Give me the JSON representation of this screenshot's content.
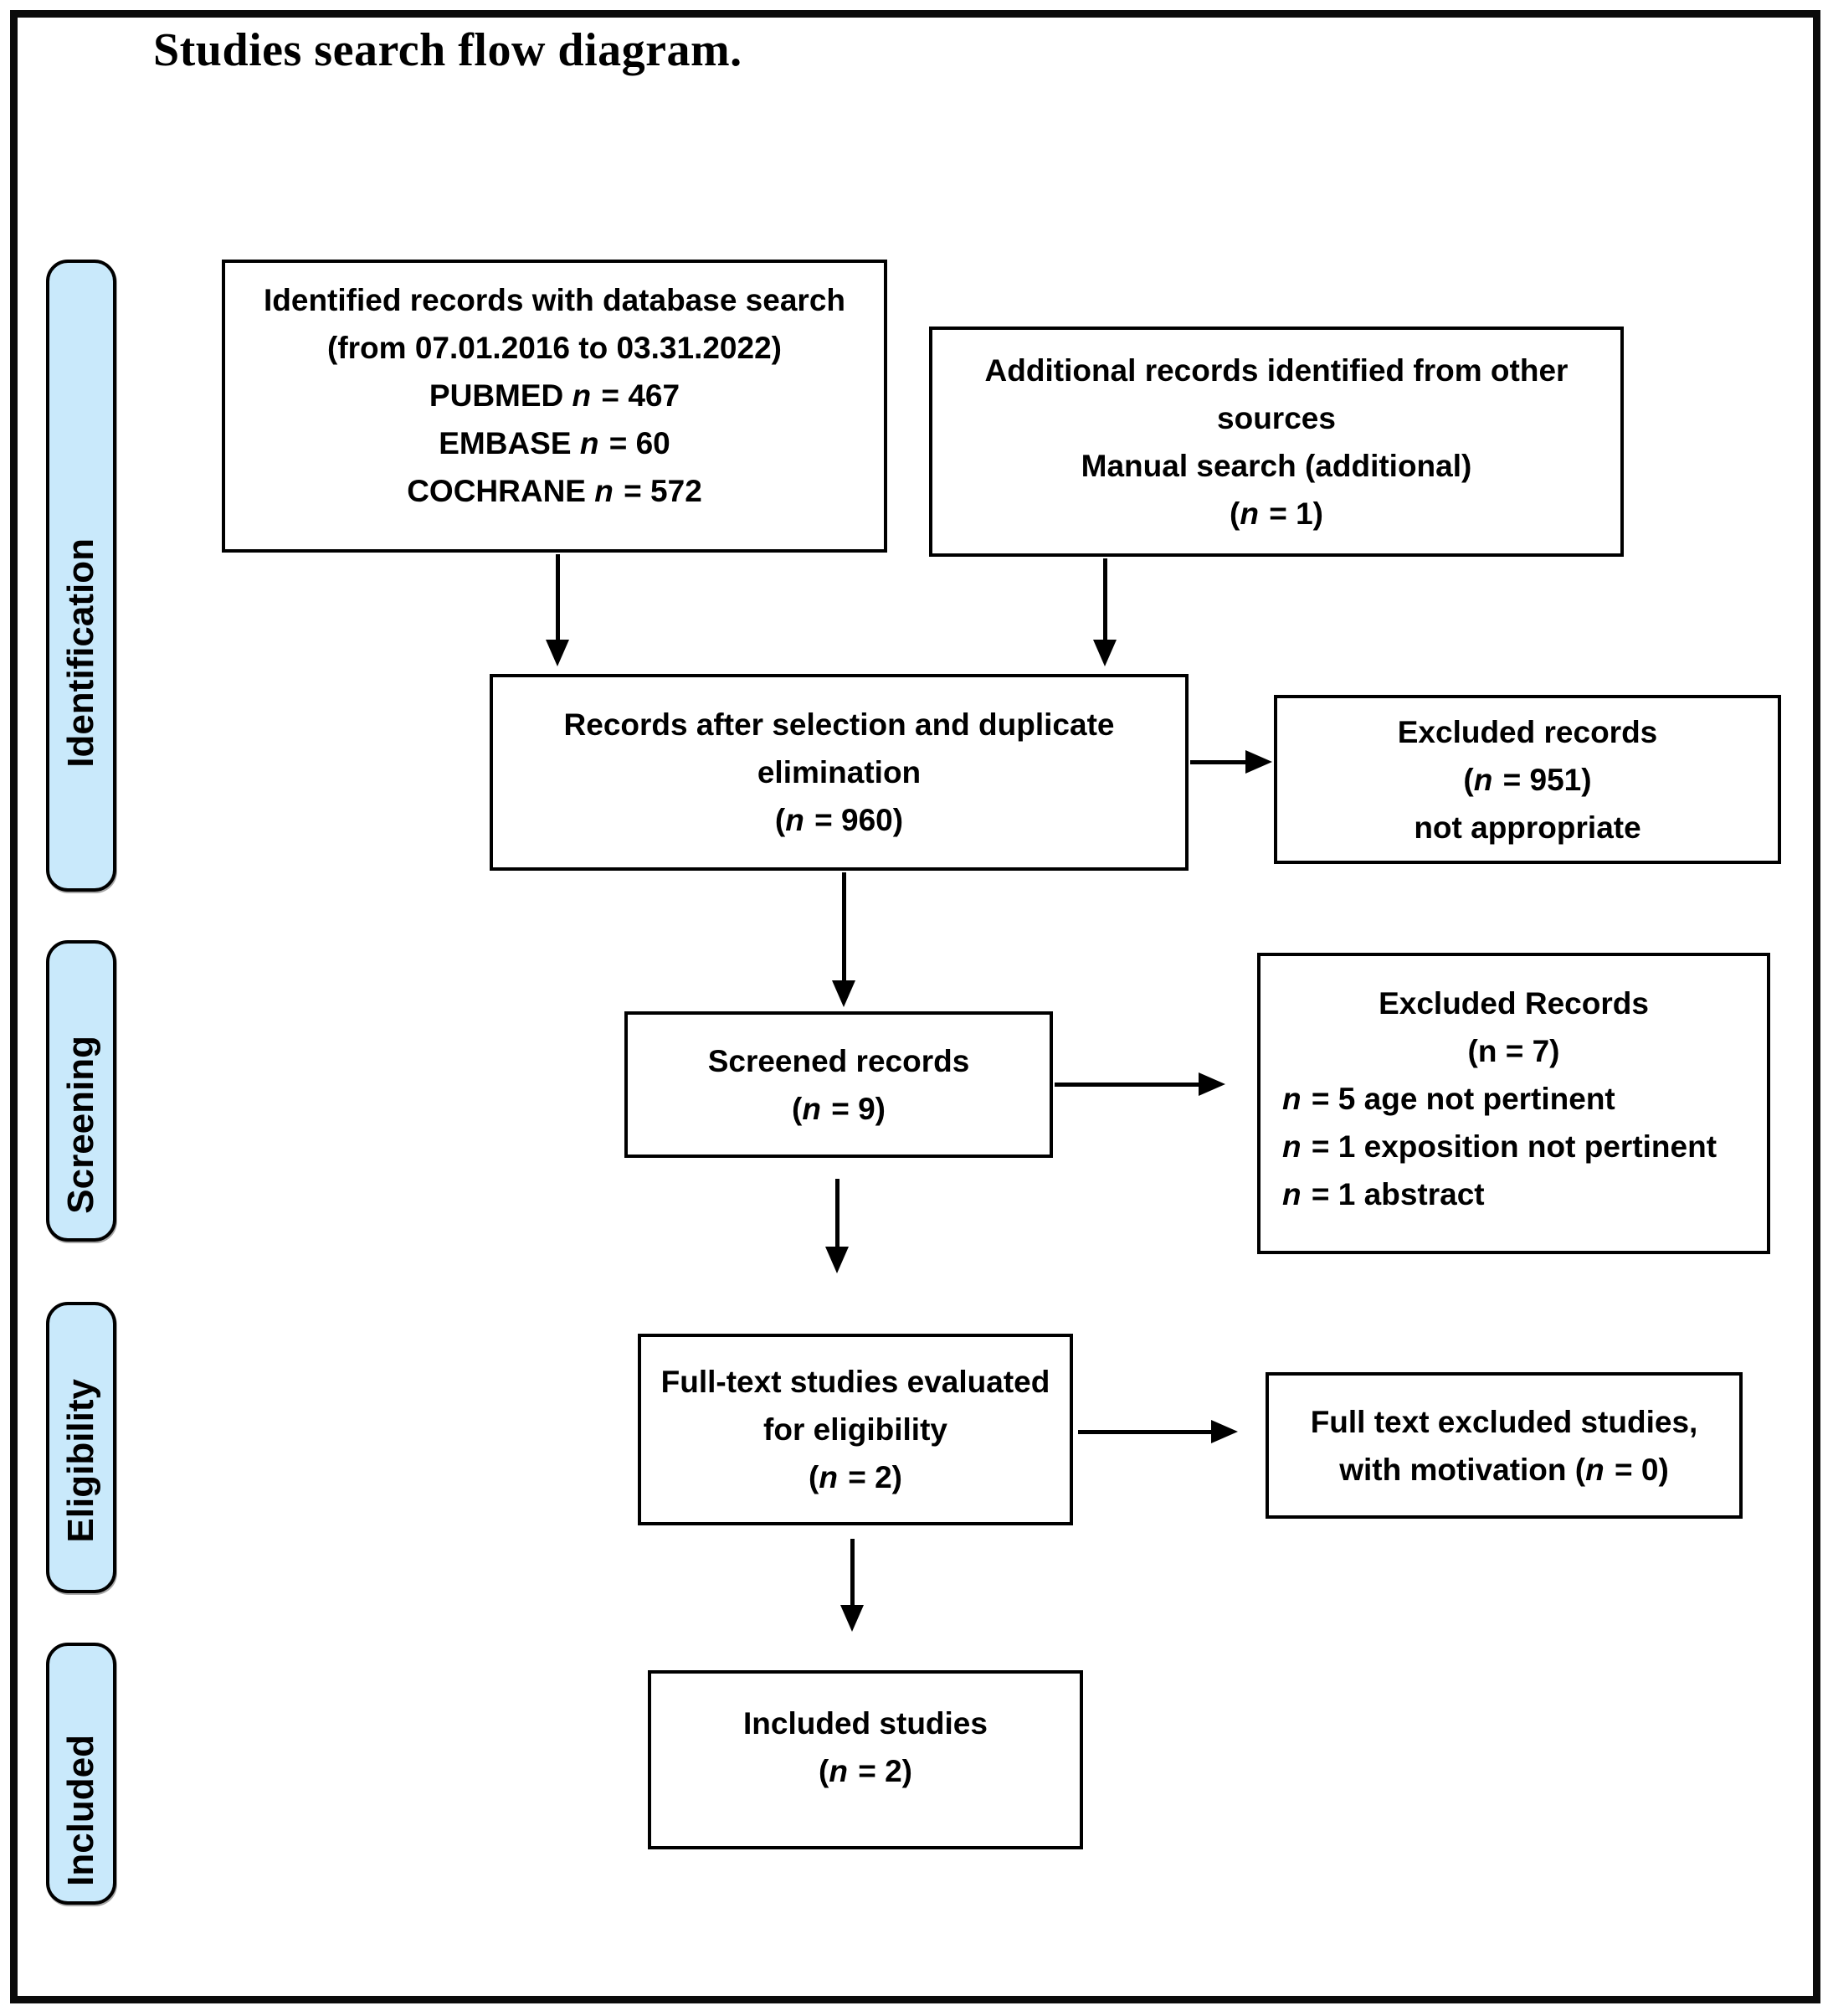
{
  "title": "Studies search flow diagram.",
  "colors": {
    "stage_fill": "#C9E9FB"
  },
  "stages": [
    {
      "label": "Identification"
    },
    {
      "label": "Screening"
    },
    {
      "label": "Eligibility"
    },
    {
      "label": "Included"
    }
  ],
  "boxes": {
    "identified_records": {
      "lines": [
        [
          "Identified records with database search"
        ],
        [
          "(from 07.01.2016 to 03.31.2022)"
        ],
        [
          "PUBMED ",
          {
            "i": "n"
          },
          " = 467"
        ],
        [
          "EMBASE ",
          {
            "i": "n"
          },
          " = 60"
        ],
        [
          "COCHRANE ",
          {
            "i": "n"
          },
          " =  572"
        ]
      ]
    },
    "additional_records": {
      "lines": [
        [
          "Additional records identified from other"
        ],
        [
          "sources"
        ],
        [
          "Manual search (additional)"
        ],
        [
          "(",
          {
            "i": "n"
          },
          " = 1)"
        ]
      ]
    },
    "records_after_dedup": {
      "lines": [
        [
          "Records after selection and duplicate"
        ],
        [
          "elimination"
        ],
        [
          "(",
          {
            "i": "n"
          },
          " = 960)"
        ]
      ]
    },
    "excluded_not_appropriate": {
      "lines": [
        [
          "Excluded records"
        ],
        [
          "(",
          {
            "i": "n"
          },
          " = 951)"
        ],
        [
          "not appropriate"
        ]
      ]
    },
    "screened_records": {
      "lines": [
        [
          "Screened records"
        ],
        [
          "(",
          {
            "i": "n"
          },
          " = 9)"
        ]
      ]
    },
    "excluded_screening": {
      "lines": [
        [
          "Excluded Records"
        ],
        [
          "(n = 7)"
        ],
        [
          {
            "i": "n"
          },
          " = 5 age not pertinent"
        ],
        [
          {
            "i": "n"
          },
          " = 1 exposition not pertinent"
        ],
        [
          {
            "i": "n"
          },
          " = 1 abstract"
        ]
      ]
    },
    "fulltext_evaluated": {
      "lines": [
        [
          "Full-text studies evaluated"
        ],
        [
          "for eligibility"
        ],
        [
          "(",
          {
            "i": "n"
          },
          " = 2)"
        ]
      ]
    },
    "fulltext_excluded": {
      "lines": [
        [
          "Full text excluded studies,"
        ],
        [
          "with motivation (",
          {
            "i": "n"
          },
          " = 0)"
        ]
      ]
    },
    "included_studies": {
      "lines": [
        [
          "Included studies"
        ],
        [
          "(",
          {
            "i": "n"
          },
          " = 2)"
        ]
      ]
    }
  }
}
